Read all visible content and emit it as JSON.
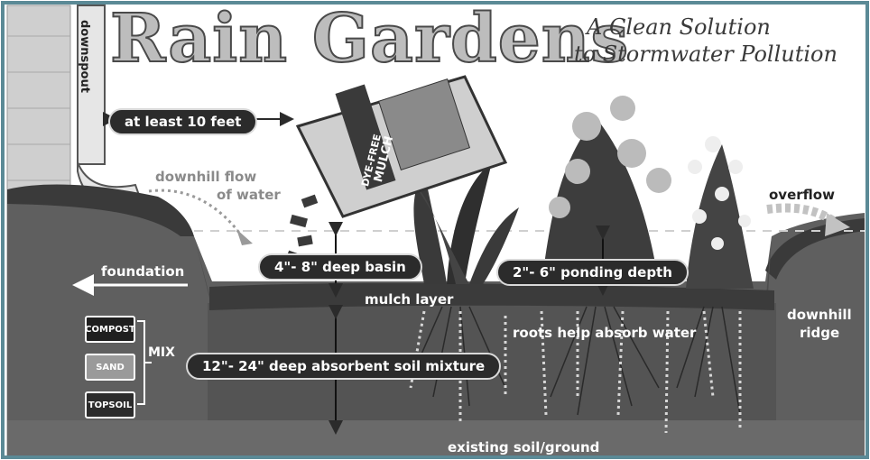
{
  "title": "Rain Gardens",
  "subtitle_line1": "A Clean Solution",
  "subtitle_line2": "to Stormwater Pollution",
  "labels": {
    "downspout": "downspout",
    "distance": "at least 10 feet",
    "downhill_flow_1": "downhill flow",
    "downhill_flow_2": "of water",
    "overflow": "overflow",
    "foundation": "foundation",
    "basin": "4\"- 8\" deep basin",
    "ponding": "2\"- 6\" ponding depth",
    "mulch_layer": "mulch layer",
    "roots": "roots help absorb water",
    "downhill_ridge_1": "downhill",
    "downhill_ridge_2": "ridge",
    "soil_mixture": "12\"- 24\" deep absorbent soil mixture",
    "mix": "MIX",
    "existing": "existing soil/ground"
  },
  "mulch_bag": {
    "line1": "DYE-FREE",
    "line2": "MULCH"
  },
  "mix_components": [
    "COMPOST",
    "SAND",
    "TOPSOIL"
  ],
  "colors": {
    "border": "#5b8a96",
    "soil": "#6b6b6b",
    "dark": "#2b2b2b",
    "sky": "#ffffff"
  }
}
